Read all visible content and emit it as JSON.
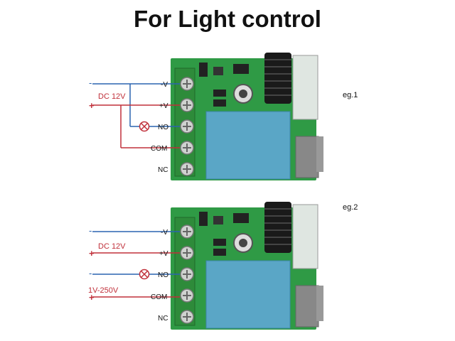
{
  "title": "For Light control",
  "colors": {
    "negative_wire": "#2a64b0",
    "positive_wire": "#c0303a",
    "terminal_block": "#2e8b3a",
    "pcb": "#2f9a45",
    "relay": "#5aa6c6"
  },
  "examples": [
    {
      "label": "eg.1",
      "supply_label": "DC 12V",
      "load_supply_label": "",
      "terminals": [
        "-V",
        "+V",
        "NO",
        "COM",
        "NC"
      ],
      "supply_polarity": [
        "-",
        "+"
      ],
      "load_polarity": []
    },
    {
      "label": "eg.2",
      "supply_label": "DC 12V",
      "load_supply_label": "1V-250V",
      "terminals": [
        "-V",
        "+V",
        "NO",
        "COM",
        "NC"
      ],
      "supply_polarity": [
        "-",
        "+"
      ],
      "load_polarity": [
        "-",
        "+"
      ]
    }
  ]
}
